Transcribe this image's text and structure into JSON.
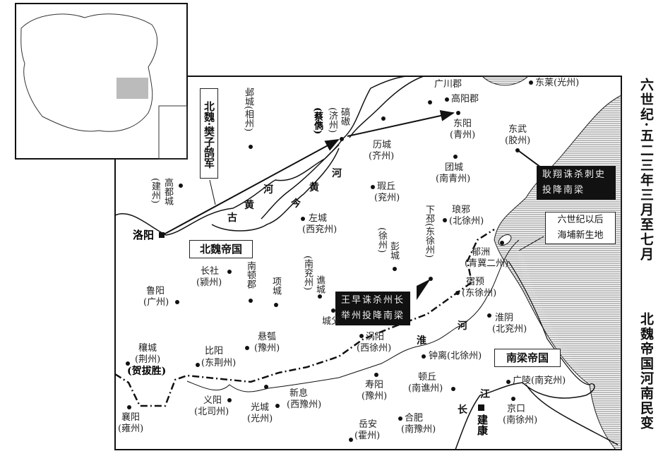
{
  "title": {
    "line1": "六世纪·五二三年三月至七月",
    "line2": "北魏帝国河南民变"
  },
  "empires": {
    "wei": "北魏帝国",
    "liang": "南梁帝国"
  },
  "capitals": {
    "luoyang": "洛阳",
    "jiankang": "建康"
  },
  "callouts": {
    "army": "北魏·樊子鹄军",
    "geng": "耿翔诛杀刺史投降南梁",
    "wang_1": "王早诛杀州长",
    "wang_2": "举州投降南梁",
    "land_1": "六世纪以后",
    "land_2": "海埔新生地"
  },
  "rivers": {
    "old_yellow": [
      "古",
      "黄",
      "河"
    ],
    "new_yellow": [
      "今",
      "黄",
      "河"
    ],
    "huai": [
      "淮",
      "河"
    ],
    "yangtze": [
      "长",
      "江"
    ]
  },
  "places": {
    "yecheng": "邺城(相州)",
    "qiao_ao": "碻磝",
    "qiao_ao_zhou": "(济州)",
    "cai_jun": "(蔡儁)",
    "licheng": "历城",
    "licheng_zhou": "(齐州)",
    "guangchuan": "广川郡",
    "gaoyang": "高阳郡",
    "donglai": "东莱(光州)",
    "dongyang": "东阳",
    "dongyang_zhou": "(青州)",
    "dongwu": "东武",
    "dongwu_zhou": "(胶州)",
    "tuancheng": "团城",
    "tuancheng_zhou": "(南青州)",
    "xiaqiu": "瑕丘",
    "xiaqiu_zhou": "(兖州)",
    "zuocheng": "左城",
    "zuocheng_zhou": "(西兖州)",
    "langya": "琅邪",
    "langya_zhou": "(北徐州)",
    "xiapi": "下邳(东徐州)",
    "pengcheng": "彭城",
    "pengcheng_zhou": "(徐州)",
    "gaoducheng": "高都城",
    "gaoducheng_zhou": "(建州)",
    "yuzhou": "郁洲",
    "yuzhou_zhou": "(青冀二州)",
    "suyu": "宿预",
    "suyu_zhou": "(东徐州)",
    "changshe": "长社",
    "changshe_zhou": "(颍州)",
    "nandun": "南顿郡",
    "xiangcheng": "项城",
    "qiaocheng": "谯城",
    "qiaocheng_zhou": "(南兖州)",
    "luyang": "鲁阳",
    "luyang_zhou": "(广州)",
    "chengfu": "城父",
    "xuanhu": "悬瓠",
    "xuanhu_zhou": "(豫州)",
    "woyang": "涡阳",
    "woyang_zhou": "(西徐州)",
    "rangcheng": "穰城",
    "rangcheng_zhou": "(荆州)",
    "heba": "(贺拔胜)",
    "biyang": "比阳",
    "biyang_zhou": "(东荆州)",
    "zhongli": "钟离(北徐州)",
    "dunqiu": "顿丘",
    "dunqiu_zhou": "(南谯州)",
    "shouyang": "寿阳",
    "shouyang_zhou": "(豫州)",
    "xinxi": "新息",
    "xinxi_zhou": "(西豫州)",
    "yiyang": "义阳",
    "yiyang_zhou": "(北司州)",
    "guangcheng": "光城",
    "guangcheng_zhou": "(光州)",
    "xiangyang": "襄阳",
    "xiangyang_zhou": "(雍州)",
    "yuean": "岳安",
    "yuean_zhou": "(霍州)",
    "hefei": "合肥",
    "hefei_zhou": "(南豫州)",
    "guangling": "广陵(南兖州)",
    "jingkou": "京口",
    "jingkou_zhou": "(南徐州)",
    "huaiyin": "淮阴",
    "huaiyin_zhou": "(北兖州)"
  }
}
